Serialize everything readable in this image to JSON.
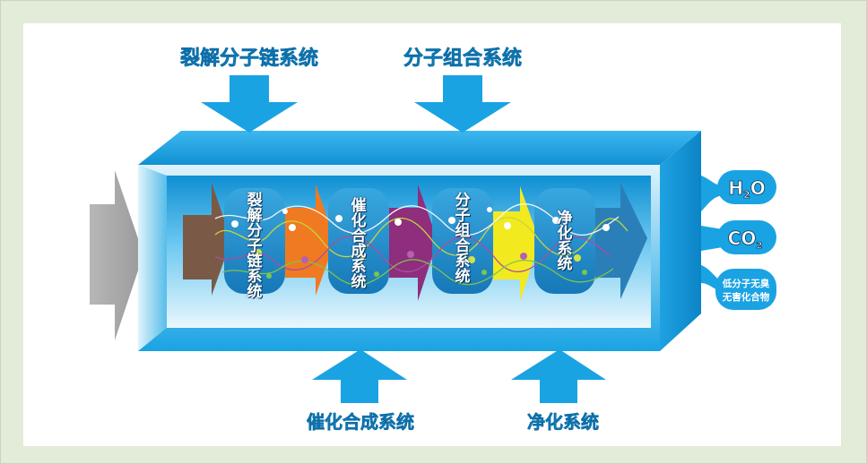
{
  "top_labels": {
    "left": "裂解分子链系统",
    "right": "分子组合系统"
  },
  "bottom_labels": {
    "left": "催化合成系统",
    "right": "净化系统"
  },
  "inner_modules": [
    "裂解分子链系统",
    "催化合成系统",
    "分子组合系统",
    "净化系统"
  ],
  "outputs": {
    "water": {
      "main": "H",
      "sub": "2",
      "tail": "O"
    },
    "co2": {
      "main": "CO",
      "sub": "2"
    },
    "other_line1": "低分子无臭",
    "other_line2": "无害化合物"
  },
  "colors": {
    "accent_blue": "#1aa3e3",
    "stage_brown": "#7a5a47",
    "stage_orange": "#f07a21",
    "stage_purple": "#8e2e7d",
    "stage_yellow": "#f2ea1f",
    "stage_blue": "#2a7fb8"
  }
}
